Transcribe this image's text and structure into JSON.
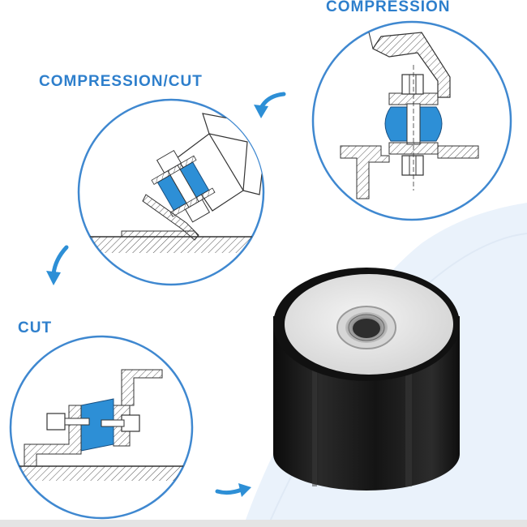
{
  "labels": {
    "compression": "COMPRESSION",
    "compression_cut": "COMPRESSION/CUT",
    "cut": "CUT"
  },
  "colors": {
    "accent_blue": "#2d8fd6",
    "label_blue": "#2e7fcc",
    "circle_border": "#3f88d0",
    "rubber_black": "#161616",
    "cap_grey": "#dcdcdc",
    "background_wave": "#e9f1fa"
  },
  "icons": {
    "arrow": "curved-arrow-icon",
    "nut": "hex-nut-icon",
    "rubber": "rubber-mount-icon"
  }
}
